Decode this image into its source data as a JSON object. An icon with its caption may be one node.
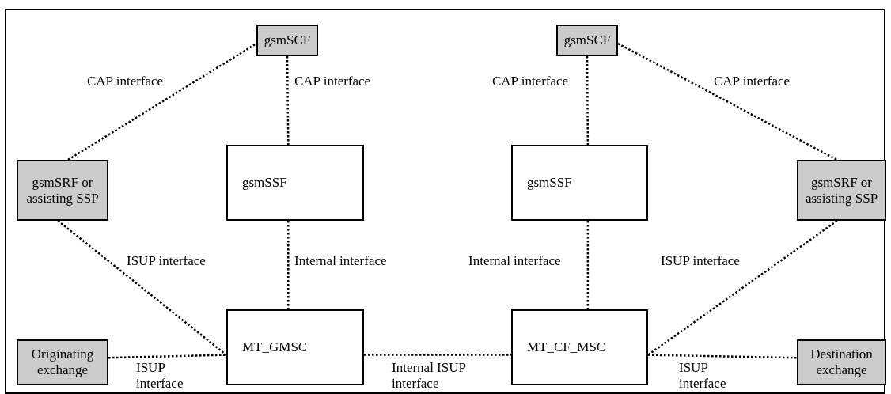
{
  "diagram": {
    "nodes": [
      {
        "text": [
          "gsmSCF"
        ]
      },
      {
        "text": [
          "gsmSCF"
        ]
      },
      {
        "text": [
          "gsmSRF or assisting SSP"
        ]
      },
      {
        "text": [
          "gsmSSF"
        ]
      },
      {
        "text": [
          "gsmSSF"
        ]
      },
      {
        "text": [
          "gsmSRF or assisting SSP"
        ]
      },
      {
        "text": [
          "Originating exchange"
        ]
      },
      {
        "text": [
          "MT_GMSC"
        ]
      },
      {
        "text": [
          "MT_CF_MSC"
        ]
      },
      {
        "text": [
          "Destination exchange"
        ]
      }
    ],
    "edges": [
      {
        "from": 2,
        "to": 0,
        "arrow": "none",
        "label": "CAP interface"
      },
      {
        "from": 0,
        "to": 3,
        "arrow": "none",
        "label": "CAP interface"
      },
      {
        "from": 1,
        "to": 4,
        "arrow": "none",
        "label": "CAP interface"
      },
      {
        "from": 1,
        "to": 5,
        "arrow": "none",
        "label": "CAP interface"
      },
      {
        "from": 3,
        "to": 7,
        "arrow": "none",
        "label": "Internal interface"
      },
      {
        "from": 2,
        "to": 7,
        "arrow": "none",
        "label": "ISUP interface"
      },
      {
        "from": 4,
        "to": 8,
        "arrow": "none",
        "label": "Internal interface"
      },
      {
        "from": 5,
        "to": 8,
        "arrow": "none",
        "label": "ISUP interface"
      },
      {
        "from": 6,
        "to": 7,
        "arrow": "none",
        "label": "ISUP interface"
      },
      {
        "from": 7,
        "to": 8,
        "arrow": "none",
        "label": "Internal ISUP interface"
      },
      {
        "from": 8,
        "to": 9,
        "arrow": "none",
        "label": "ISUP interface"
      }
    ]
  }
}
